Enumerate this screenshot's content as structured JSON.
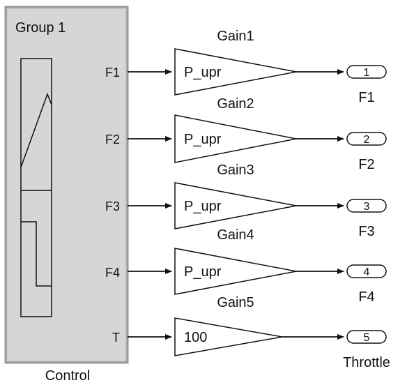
{
  "signal_builder": {
    "title": "Group 1",
    "caption": "Control",
    "port_labels": [
      "F1",
      "F2",
      "F3",
      "F4",
      "T"
    ]
  },
  "gains": [
    {
      "name": "Gain1",
      "value": "P_upr"
    },
    {
      "name": "Gain2",
      "value": "P_upr"
    },
    {
      "name": "Gain3",
      "value": "P_upr"
    },
    {
      "name": "Gain4",
      "value": "P_upr"
    },
    {
      "name": "Gain5",
      "value": "100"
    }
  ],
  "outports": [
    {
      "number": "1",
      "name": "F1"
    },
    {
      "number": "2",
      "name": "F2"
    },
    {
      "number": "3",
      "name": "F3"
    },
    {
      "number": "4",
      "name": "F4"
    },
    {
      "number": "5",
      "name": "Throttle"
    }
  ]
}
